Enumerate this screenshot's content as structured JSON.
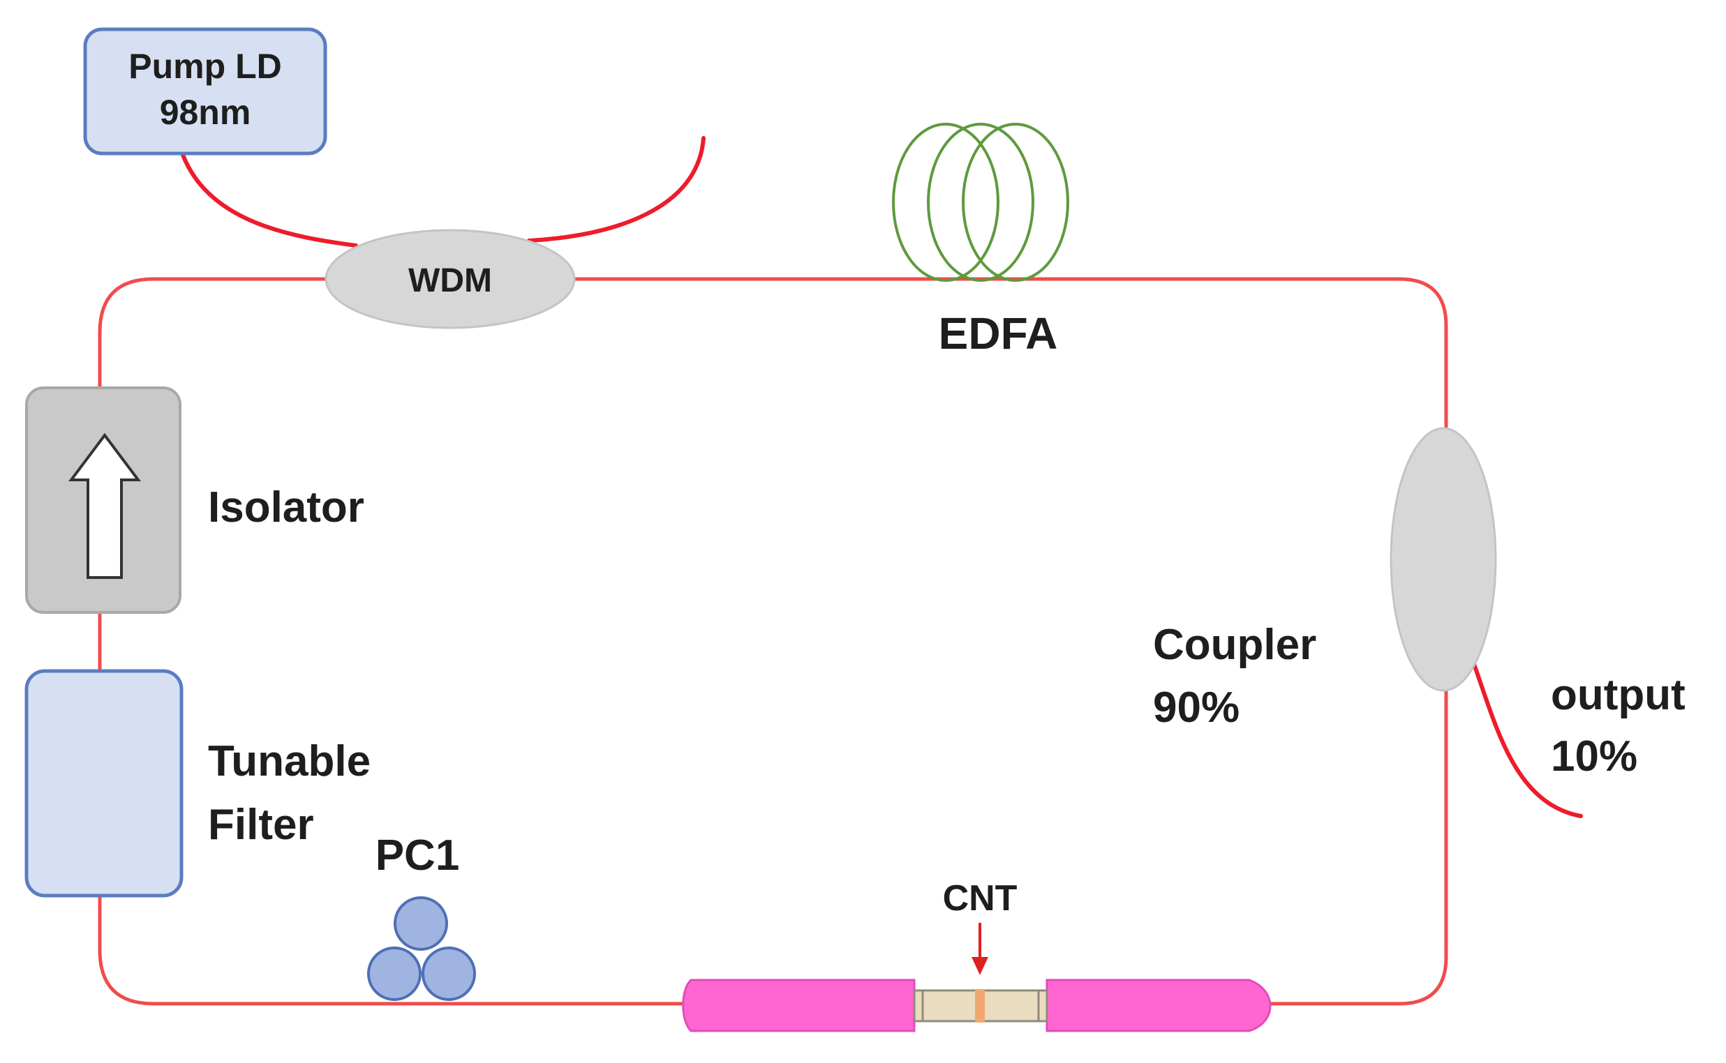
{
  "colors": {
    "fiber": "#f24b4b",
    "fiber_lead": "#ee1c2a",
    "box_fill": "#d6e0f2",
    "box_stroke": "#5b7cc0",
    "isolator_fill": "#c9c9c9",
    "isolator_stroke": "#9e9e9e",
    "coupler_fill": "#d7d7d7",
    "edfa_coil": "#5e9a3e",
    "pc_fill": "#9fb4e0",
    "pc_stroke": "#4f6fb6",
    "connector": "#ff66d1",
    "ferrule": "#e9dcc0",
    "cnt_arrow": "#e02020",
    "text": "#1e1e1e"
  },
  "components": {
    "pump": {
      "line1": "Pump LD",
      "line2": "98nm"
    },
    "wdm": {
      "label": "WDM"
    },
    "edfa": {
      "label": "EDFA"
    },
    "isolator": {
      "label": "Isolator",
      "icon": "up-arrow-icon"
    },
    "filter": {
      "line1": "Tunable",
      "line2": "Filter"
    },
    "pc": {
      "label": "PC1"
    },
    "cnt": {
      "label": "CNT"
    },
    "coupler": {
      "line1": "Coupler",
      "line2": "90%"
    },
    "output": {
      "line1": "output",
      "line2": "10%"
    }
  }
}
